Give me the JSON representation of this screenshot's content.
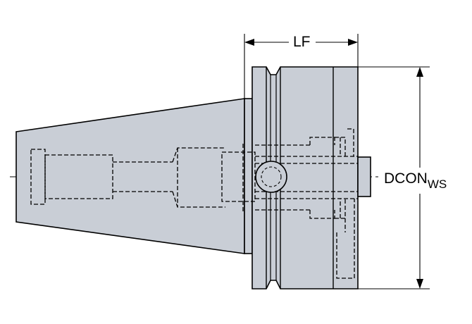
{
  "labels": {
    "lf": "LF",
    "dcon_main": "DCON",
    "dcon_sub": "WS"
  },
  "colors": {
    "body_fill": "#c9ced6",
    "line": "#000000",
    "background": "#ffffff"
  }
}
